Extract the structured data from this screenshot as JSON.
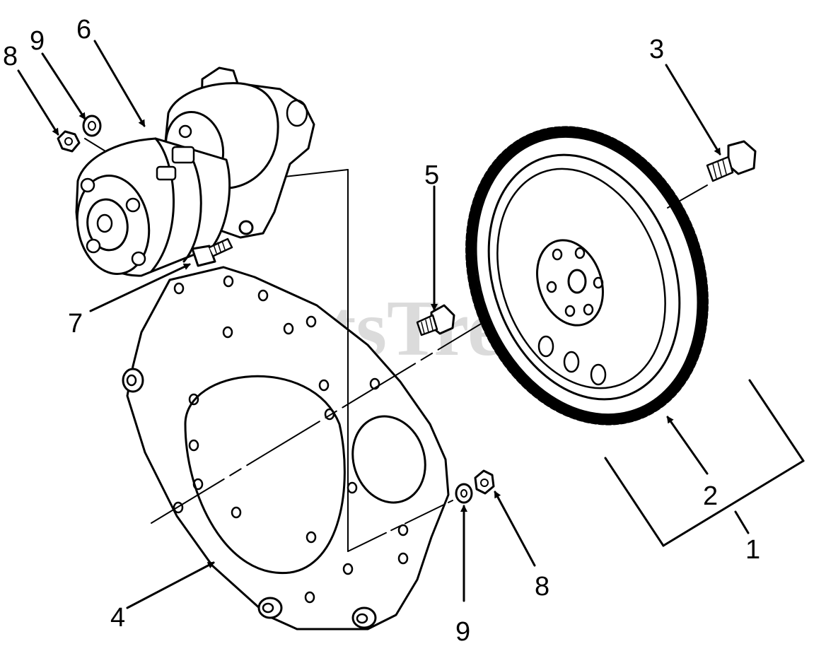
{
  "watermark": "PartsTree",
  "callouts": {
    "c1": "1",
    "c2": "2",
    "c3": "3",
    "c4": "4",
    "c5": "5",
    "c6": "6",
    "c7": "7",
    "c8_top": "8",
    "c9_top": "9",
    "c8_bottom": "8",
    "c9_bottom": "9"
  }
}
